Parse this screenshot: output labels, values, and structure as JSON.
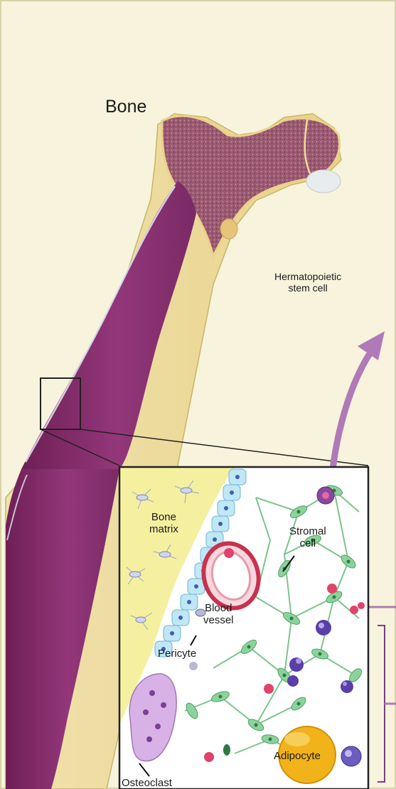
{
  "labels": {
    "bone": "Bone",
    "hematopoietic_stem_cell": "Hermatopoietic\nstem cell",
    "bone_matrix": "Bone\nmatrix",
    "stromal_cell": "Stromal\ncell",
    "blood_vessel": "Blood\nvessel",
    "pericyte": "Pericyte",
    "osteoclast": "Osteoclast",
    "adipocyte": "Adipocyte"
  },
  "colors": {
    "background": "#f7f3dc",
    "marrow": "#8a2f6e",
    "bone_shell": "#f1dd9a",
    "spongy_bone": "#8f4c66",
    "bone_matrix": "#f4f0a0",
    "stromal_cell": "#8bd39b",
    "osteoblast": "#bfe7f5",
    "blood_cell_purple": "#5a3fa8",
    "blood_cell_pink": "#e0436b",
    "adipocyte": "#f2b21a",
    "arrow": "#b07ab8"
  }
}
